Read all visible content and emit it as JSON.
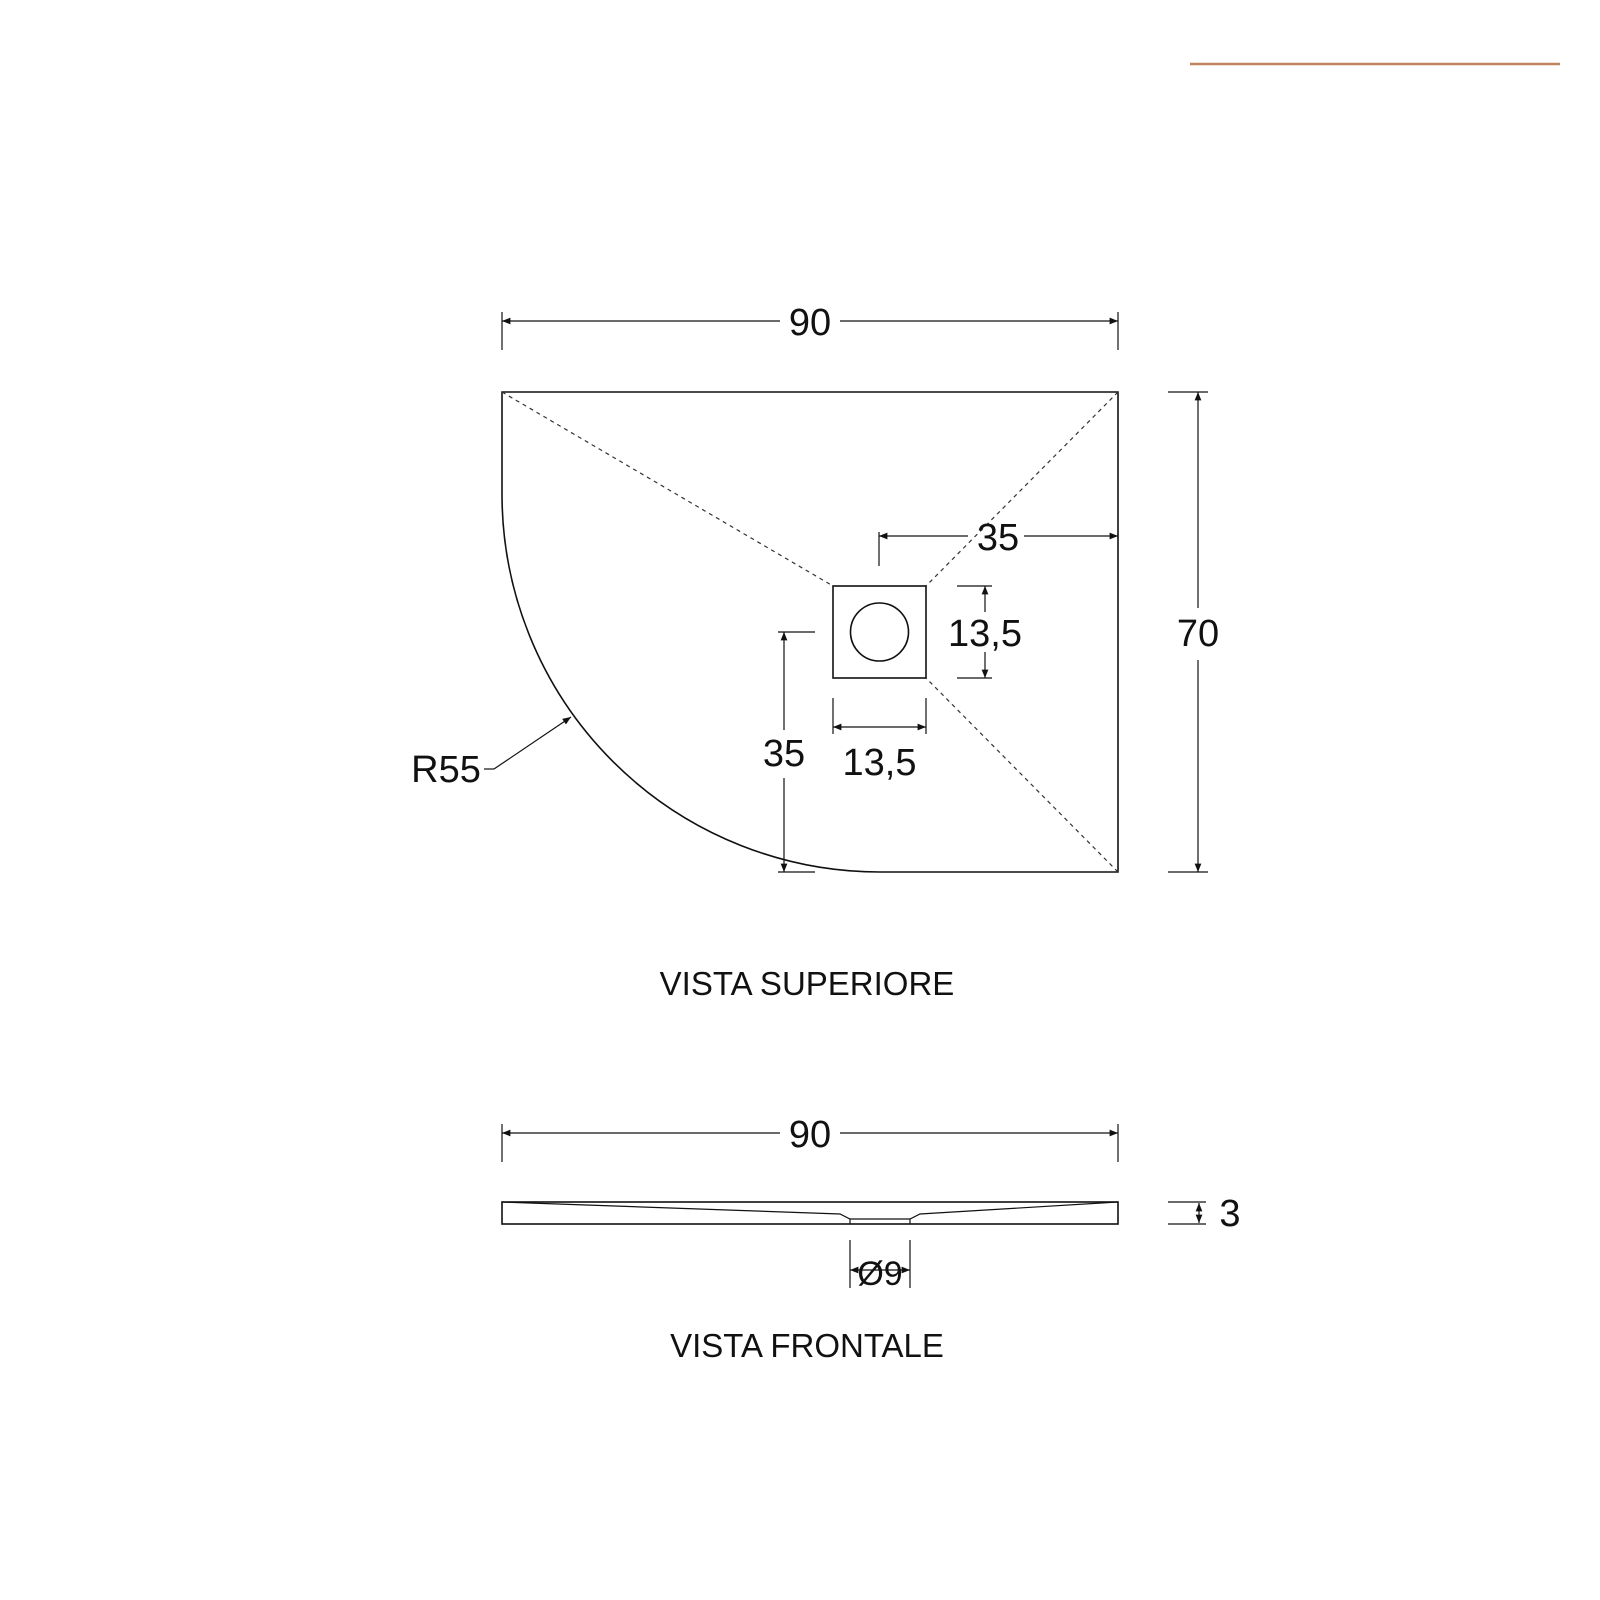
{
  "colors": {
    "accent": "#c0835f",
    "ink": "#111111",
    "background": "#ffffff"
  },
  "top_view": {
    "title": "VISTA SUPERIORE",
    "width_label": "90",
    "depth_label": "70",
    "radius_label": "R55",
    "drain_offset_x_label": "35",
    "drain_offset_y_label": "35",
    "drain_width_label": "13,5",
    "drain_height_label": "13,5"
  },
  "front_view": {
    "title": "VISTA FRONTALE",
    "width_label": "90",
    "height_label": "3",
    "drain_diameter_label": "Ø9"
  }
}
